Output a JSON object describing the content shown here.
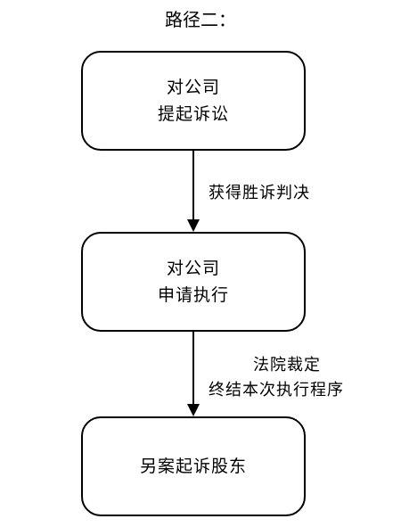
{
  "diagram": {
    "title": "路径二：",
    "nodes": [
      {
        "id": "sue-company",
        "lines": [
          "对公司",
          "提起诉讼"
        ]
      },
      {
        "id": "apply-execution",
        "lines": [
          "对公司",
          "申请执行"
        ]
      },
      {
        "id": "sue-shareholders",
        "lines": [
          "另案起诉股东"
        ]
      }
    ],
    "edges": [
      {
        "from": "sue-company",
        "to": "apply-execution",
        "label_lines": [
          "获得胜诉判决"
        ]
      },
      {
        "from": "apply-execution",
        "to": "sue-shareholders",
        "label_lines": [
          "法院裁定",
          "终结本次执行程序"
        ]
      }
    ]
  }
}
